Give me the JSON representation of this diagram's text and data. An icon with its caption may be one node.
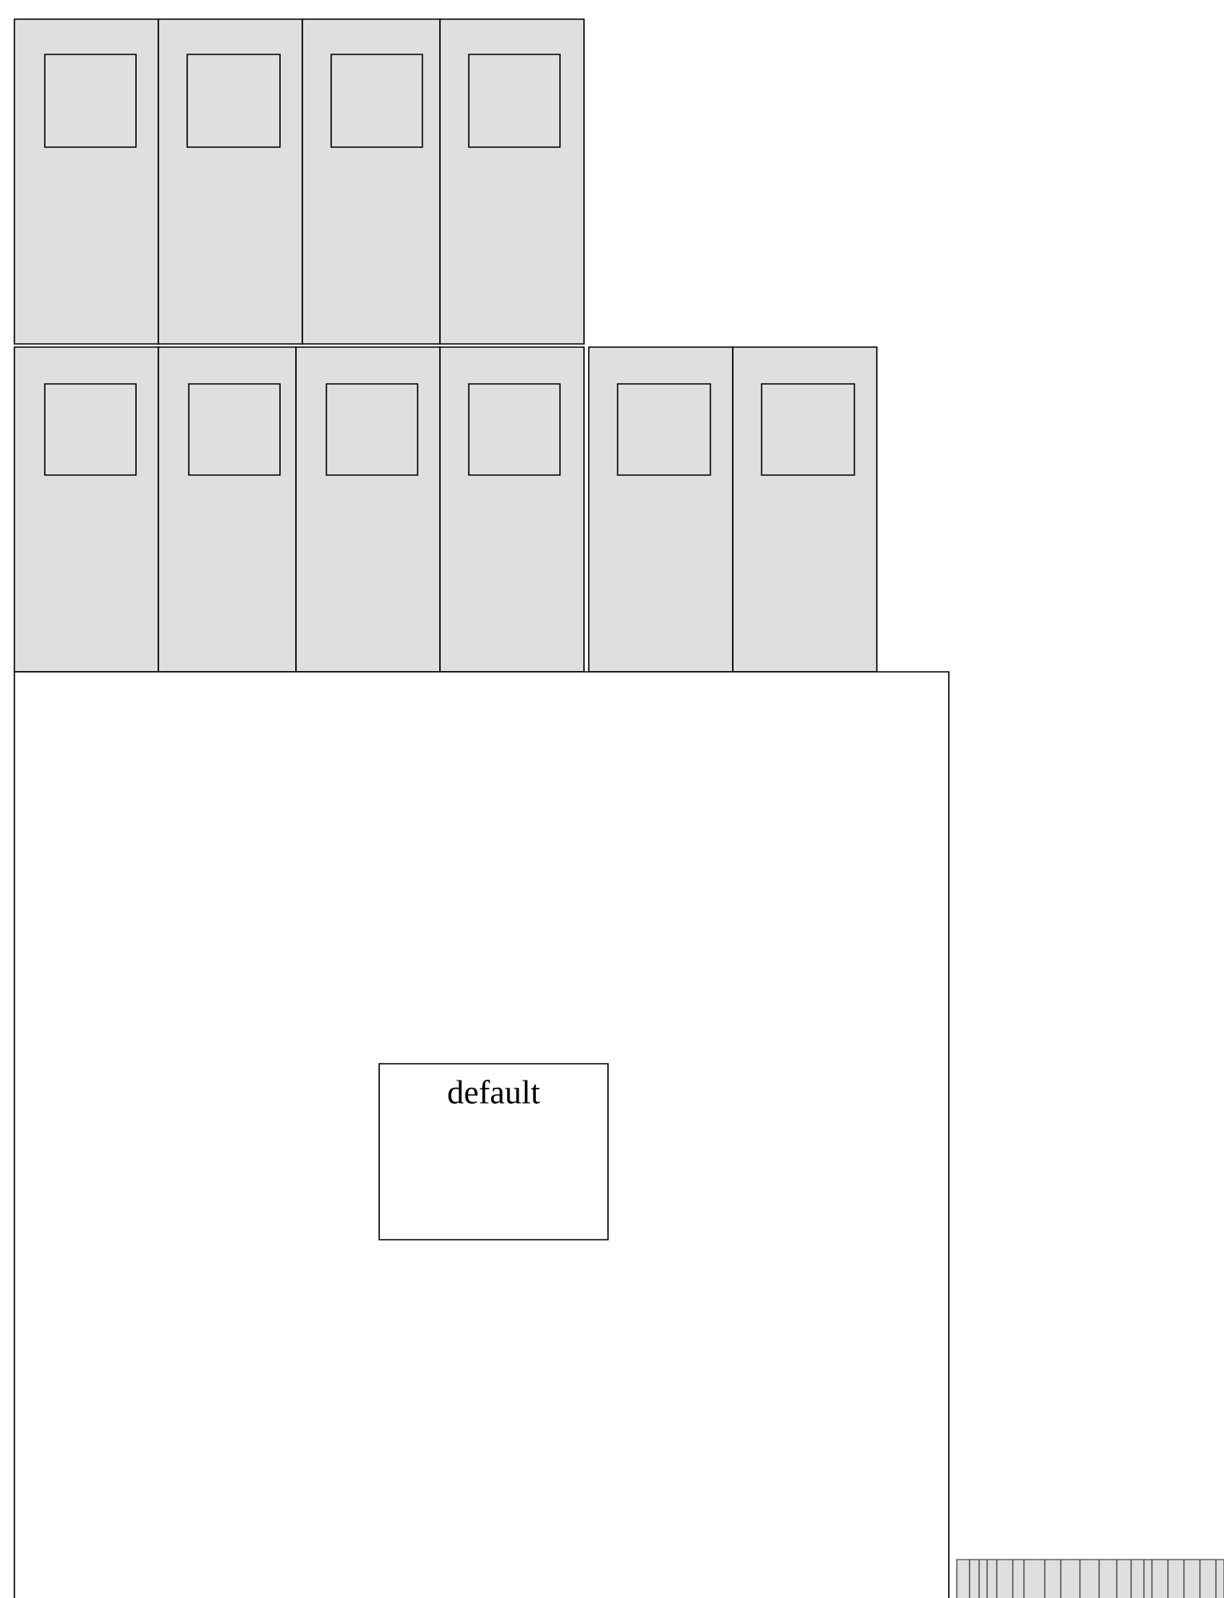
{
  "diagram": {
    "nodes": [
      {
        "text": [],
        "shape": "box"
      },
      {
        "text": [],
        "shape": "box",
        "in": 0
      },
      {
        "text": [],
        "shape": "box"
      },
      {
        "text": [],
        "shape": "box",
        "in": 2
      },
      {
        "text": [],
        "shape": "box"
      },
      {
        "text": [],
        "shape": "box",
        "in": 4
      },
      {
        "text": [],
        "shape": "box"
      },
      {
        "text": [],
        "shape": "box",
        "in": 6
      },
      {
        "text": [],
        "shape": "box"
      },
      {
        "text": [],
        "shape": "box",
        "in": 8
      },
      {
        "text": [],
        "shape": "box"
      },
      {
        "text": [],
        "shape": "box",
        "in": 10
      },
      {
        "text": [],
        "shape": "box"
      },
      {
        "text": [],
        "shape": "box",
        "in": 12
      },
      {
        "text": [],
        "shape": "box"
      },
      {
        "text": [],
        "shape": "box",
        "in": 14
      },
      {
        "text": [],
        "shape": "box"
      },
      {
        "text": [],
        "shape": "box",
        "in": 16
      },
      {
        "text": [],
        "shape": "box"
      },
      {
        "text": [],
        "shape": "box",
        "in": 18
      },
      {
        "text": [],
        "shape": "box"
      },
      {
        "text": [
          "default"
        ],
        "in": 20
      },
      {
        "text": [],
        "shape": "bar"
      },
      {
        "text": [],
        "shape": "bar"
      },
      {
        "text": [],
        "shape": "bar"
      },
      {
        "text": [],
        "shape": "bar"
      },
      {
        "text": [],
        "shape": "bar"
      },
      {
        "text": [],
        "shape": "bar"
      },
      {
        "text": [],
        "shape": "bar"
      },
      {
        "text": [],
        "shape": "bar"
      },
      {
        "text": [],
        "shape": "bar"
      },
      {
        "text": [],
        "shape": "bar"
      },
      {
        "text": [],
        "shape": "bar"
      },
      {
        "text": [],
        "shape": "bar"
      },
      {
        "text": [],
        "shape": "bar"
      },
      {
        "text": [],
        "shape": "bar"
      },
      {
        "text": [],
        "shape": "bar"
      },
      {
        "text": [],
        "shape": "bar"
      },
      {
        "text": [],
        "shape": "bar"
      },
      {
        "text": [],
        "shape": "bar"
      },
      {
        "text": [],
        "shape": "bar"
      }
    ]
  }
}
